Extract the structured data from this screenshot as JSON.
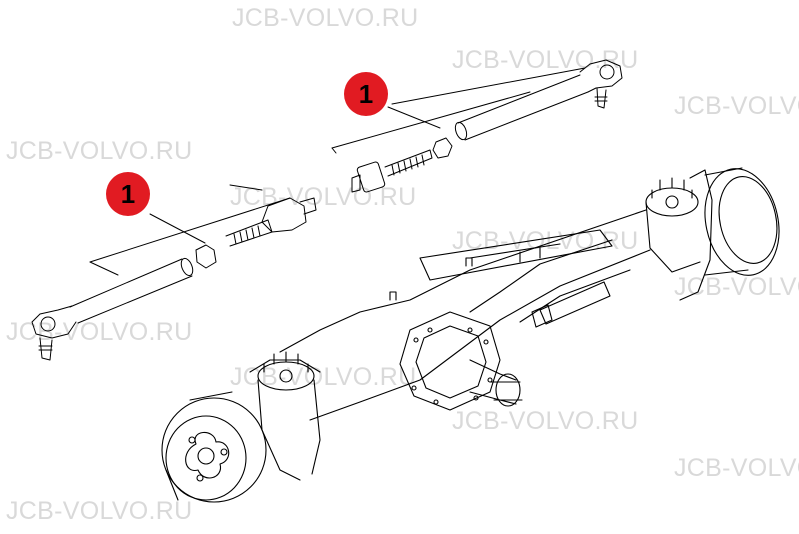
{
  "watermark": "JCB-VOLVO.RU",
  "callouts": [
    {
      "label": "1"
    },
    {
      "label": "1"
    }
  ],
  "colors": {
    "callout_fill": "#e11b22",
    "line": "#000000",
    "watermark": "#d9d9d9"
  }
}
